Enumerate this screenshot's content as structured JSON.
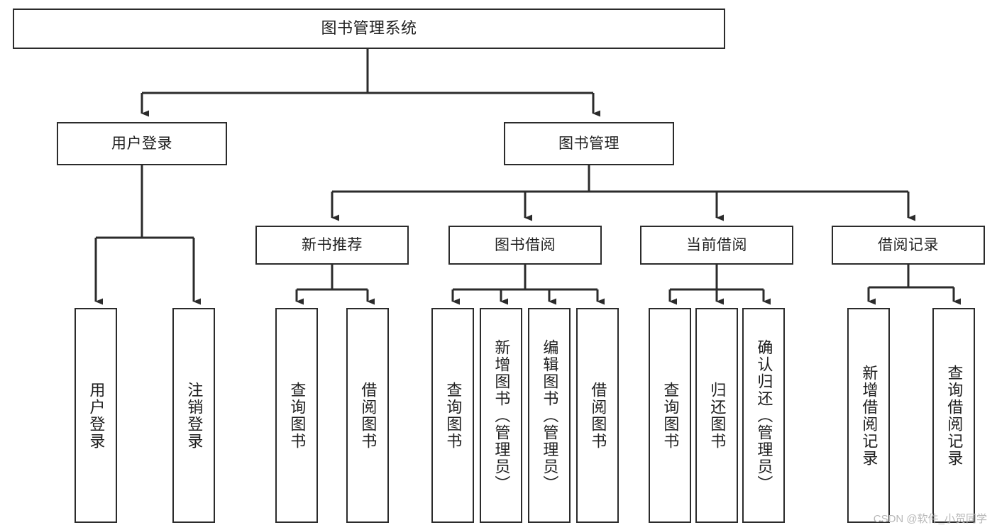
{
  "diagram": {
    "title": "图书管理系统",
    "type": "tree-hierarchy",
    "watermark": "CSDN @软件_小贺同学",
    "colors": {
      "background": "#ffffff",
      "stroke": "#2b2b2b",
      "node_fill": "#ffffff",
      "text": "#1f1f1f",
      "watermark": "#b8b8b8"
    },
    "levels": [
      {
        "level": 1,
        "nodes": [
          {
            "id": "root",
            "label": "图书管理系统"
          }
        ]
      },
      {
        "level": 2,
        "nodes": [
          {
            "id": "user-login",
            "label": "用户登录",
            "parent": "root"
          },
          {
            "id": "book-manage",
            "label": "图书管理",
            "parent": "root"
          }
        ]
      },
      {
        "level": 3,
        "nodes": [
          {
            "id": "new-book-rec",
            "label": "新书推荐",
            "parent": "book-manage"
          },
          {
            "id": "book-borrow",
            "label": "图书借阅",
            "parent": "book-manage"
          },
          {
            "id": "current-borrow",
            "label": "当前借阅",
            "parent": "book-manage"
          },
          {
            "id": "borrow-record",
            "label": "借阅记录",
            "parent": "book-manage"
          }
        ]
      },
      {
        "level": 4,
        "nodes": [
          {
            "id": "leaf-user-login",
            "label": "用户登录",
            "parent": "user-login"
          },
          {
            "id": "leaf-logout",
            "label": "注销登录",
            "parent": "user-login"
          },
          {
            "id": "leaf-query-book-1",
            "label": "查询图书",
            "parent": "new-book-rec"
          },
          {
            "id": "leaf-borrow-book-1",
            "label": "借阅图书",
            "parent": "new-book-rec"
          },
          {
            "id": "leaf-query-book-2",
            "label": "查询图书",
            "parent": "book-borrow"
          },
          {
            "id": "leaf-add-book",
            "label": "新增图书（管理员）",
            "parent": "book-borrow"
          },
          {
            "id": "leaf-edit-book",
            "label": "编辑图书（管理员）",
            "parent": "book-borrow"
          },
          {
            "id": "leaf-borrow-book-2",
            "label": "借阅图书",
            "parent": "book-borrow"
          },
          {
            "id": "leaf-query-book-3",
            "label": "查询图书",
            "parent": "current-borrow"
          },
          {
            "id": "leaf-return-book",
            "label": "归还图书",
            "parent": "current-borrow"
          },
          {
            "id": "leaf-confirm-return",
            "label": "确认归还（管理员）",
            "parent": "current-borrow"
          },
          {
            "id": "leaf-add-record",
            "label": "新增借阅记录",
            "parent": "borrow-record"
          },
          {
            "id": "leaf-query-record",
            "label": "查询借阅记录",
            "parent": "borrow-record"
          }
        ]
      }
    ]
  }
}
